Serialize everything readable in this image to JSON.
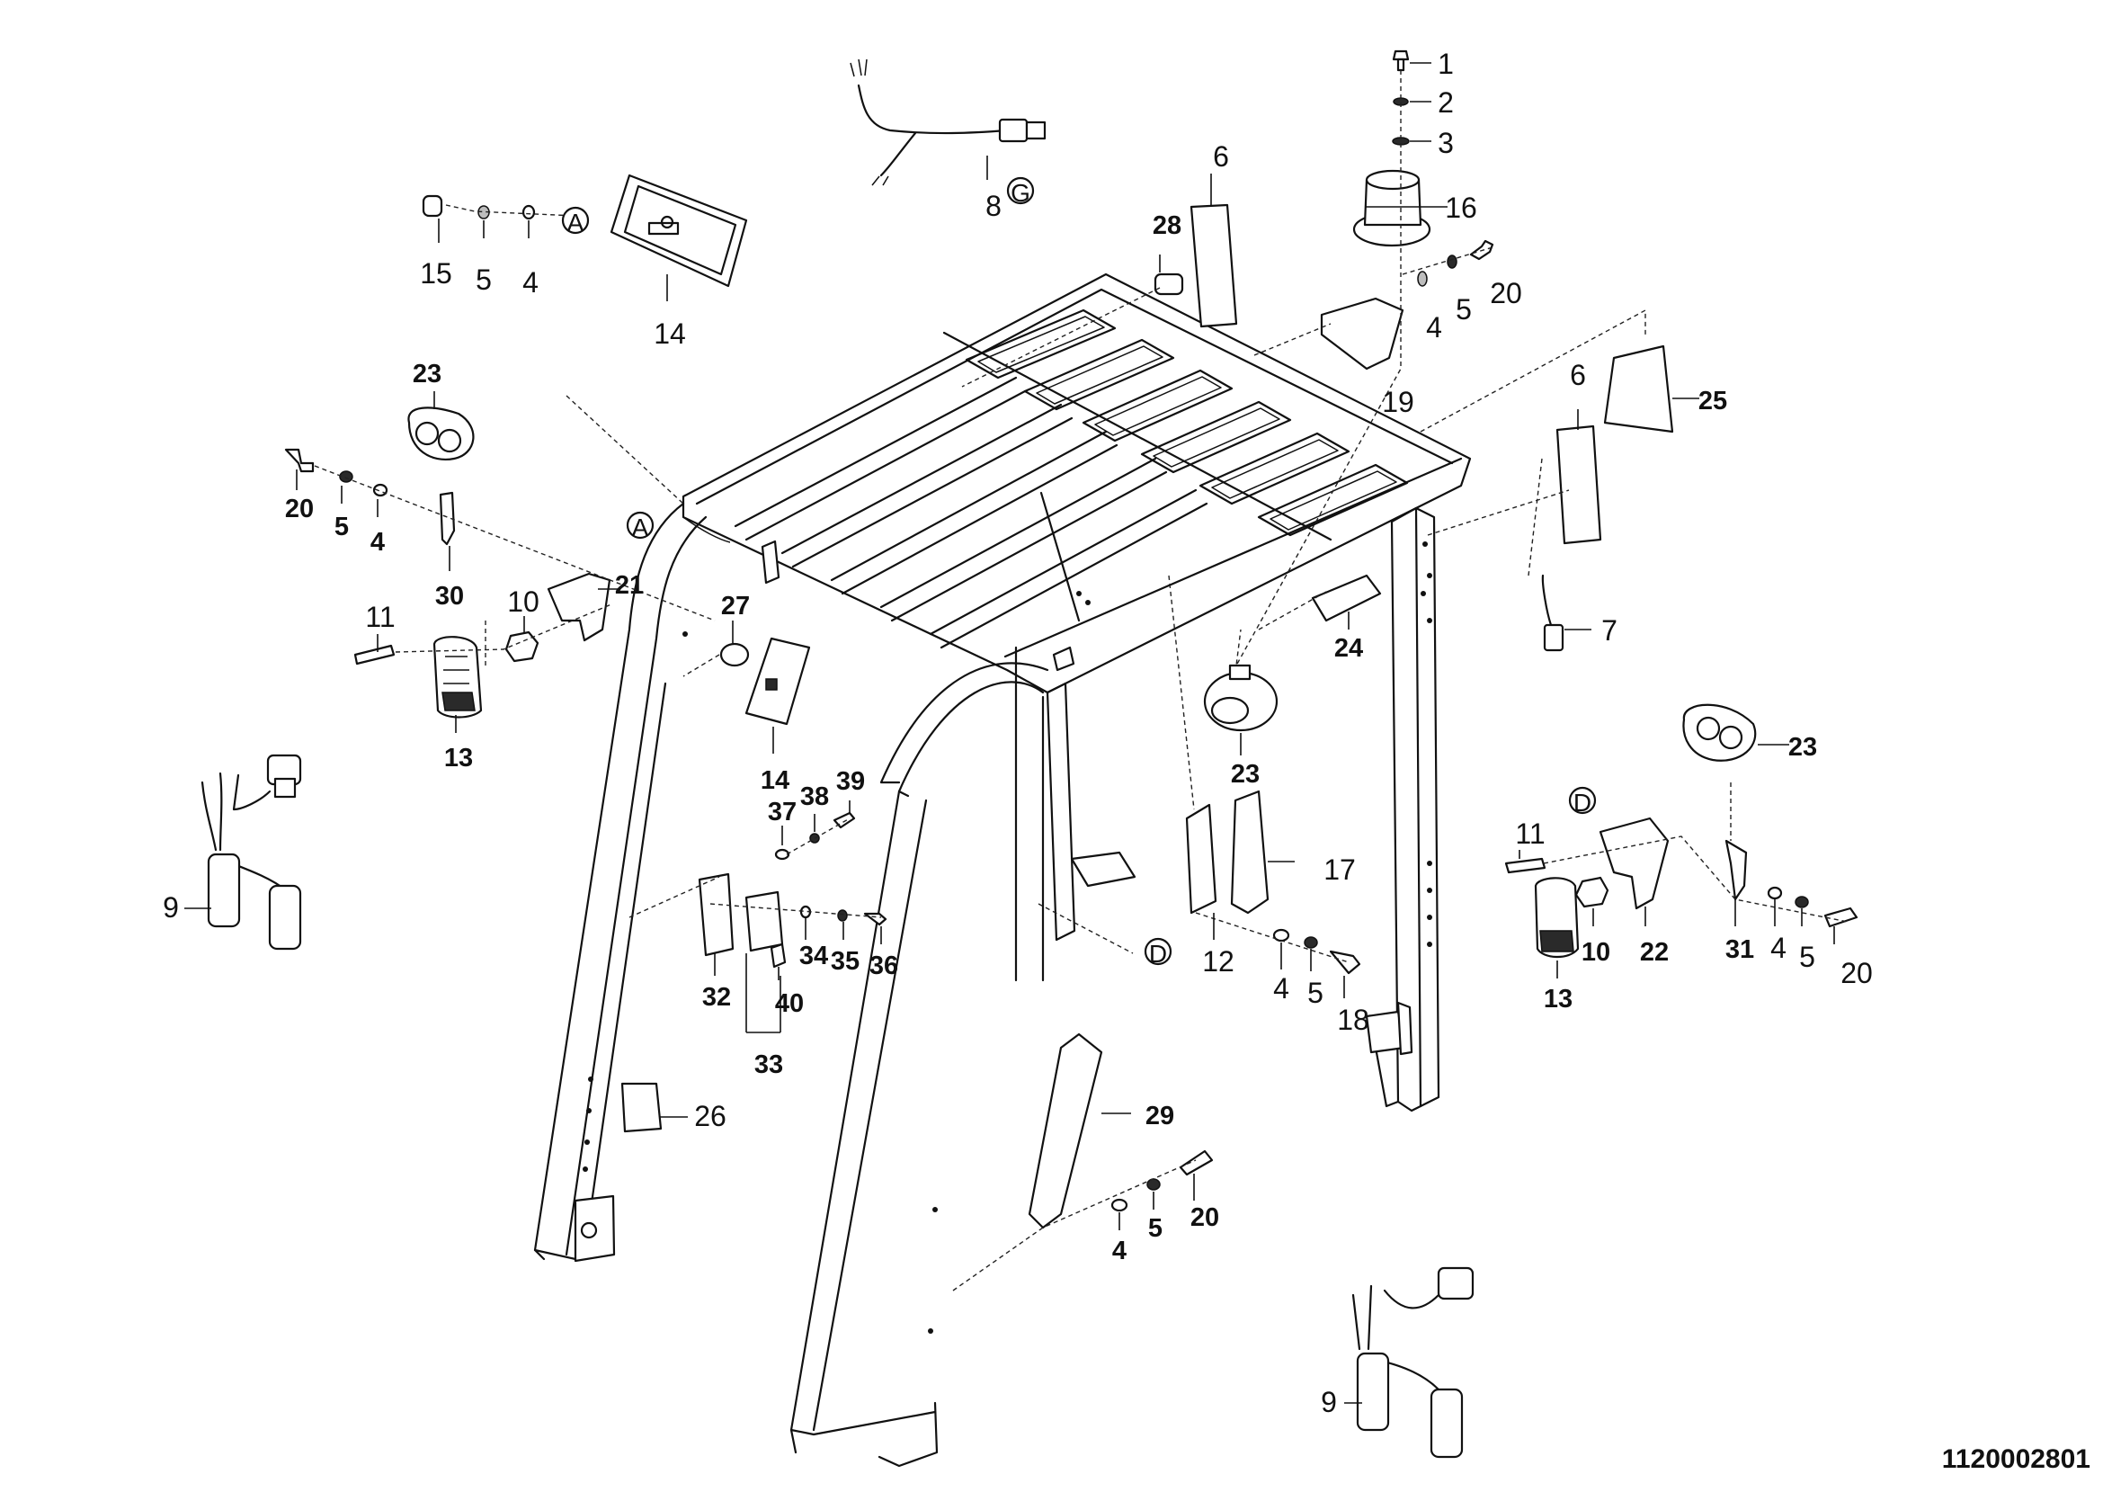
{
  "document_id": "1120002801",
  "callouts": [
    {
      "id": "c1",
      "text": "1",
      "style": "regular"
    },
    {
      "id": "c2",
      "text": "2",
      "style": "regular"
    },
    {
      "id": "c3",
      "text": "3",
      "style": "regular"
    },
    {
      "id": "c16",
      "text": "16",
      "style": "regular"
    },
    {
      "id": "c20a",
      "text": "20",
      "style": "regular"
    },
    {
      "id": "c5a",
      "text": "5",
      "style": "regular"
    },
    {
      "id": "c4a",
      "text": "4",
      "style": "regular"
    },
    {
      "id": "c19",
      "text": "19",
      "style": "regular"
    },
    {
      "id": "c8",
      "text": "8",
      "style": "regular"
    },
    {
      "id": "c6a",
      "text": "6",
      "style": "regular"
    },
    {
      "id": "c28",
      "text": "28",
      "style": "bold"
    },
    {
      "id": "c15",
      "text": "15",
      "style": "regular"
    },
    {
      "id": "c5b",
      "text": "5",
      "style": "regular"
    },
    {
      "id": "c4b",
      "text": "4",
      "style": "regular"
    },
    {
      "id": "c14a",
      "text": "14",
      "style": "regular"
    },
    {
      "id": "c23a",
      "text": "23",
      "style": "bold"
    },
    {
      "id": "c20b",
      "text": "20",
      "style": "bold"
    },
    {
      "id": "c5c",
      "text": "5",
      "style": "bold"
    },
    {
      "id": "c4c",
      "text": "4",
      "style": "bold"
    },
    {
      "id": "c30",
      "text": "30",
      "style": "bold"
    },
    {
      "id": "c21",
      "text": "21",
      "style": "bold"
    },
    {
      "id": "c11a",
      "text": "11",
      "style": "regular"
    },
    {
      "id": "c10a",
      "text": "10",
      "style": "regular"
    },
    {
      "id": "c27",
      "text": "27",
      "style": "bold"
    },
    {
      "id": "c13a",
      "text": "13",
      "style": "bold"
    },
    {
      "id": "c14b",
      "text": "14",
      "style": "bold"
    },
    {
      "id": "c37",
      "text": "37",
      "style": "bold"
    },
    {
      "id": "c38",
      "text": "38",
      "style": "bold"
    },
    {
      "id": "c39",
      "text": "39",
      "style": "bold"
    },
    {
      "id": "c9a",
      "text": "9",
      "style": "regular"
    },
    {
      "id": "c32",
      "text": "32",
      "style": "bold"
    },
    {
      "id": "c34",
      "text": "34",
      "style": "bold"
    },
    {
      "id": "c35",
      "text": "35",
      "style": "bold"
    },
    {
      "id": "c36",
      "text": "36",
      "style": "bold"
    },
    {
      "id": "c40",
      "text": "40",
      "style": "bold"
    },
    {
      "id": "c33",
      "text": "33",
      "style": "bold"
    },
    {
      "id": "c26",
      "text": "26",
      "style": "regular"
    },
    {
      "id": "c6b",
      "text": "6",
      "style": "regular"
    },
    {
      "id": "c25",
      "text": "25",
      "style": "bold"
    },
    {
      "id": "c7",
      "text": "7",
      "style": "regular"
    },
    {
      "id": "c24",
      "text": "24",
      "style": "bold"
    },
    {
      "id": "c23b",
      "text": "23",
      "style": "bold"
    },
    {
      "id": "c23c",
      "text": "23",
      "style": "bold"
    },
    {
      "id": "c17",
      "text": "17",
      "style": "regular"
    },
    {
      "id": "c12",
      "text": "12",
      "style": "regular"
    },
    {
      "id": "c4d",
      "text": "4",
      "style": "regular"
    },
    {
      "id": "c5d",
      "text": "5",
      "style": "regular"
    },
    {
      "id": "c18",
      "text": "18",
      "style": "regular"
    },
    {
      "id": "c11b",
      "text": "11",
      "style": "regular"
    },
    {
      "id": "c10b",
      "text": "10",
      "style": "bold"
    },
    {
      "id": "c22",
      "text": "22",
      "style": "bold"
    },
    {
      "id": "c31",
      "text": "31",
      "style": "bold"
    },
    {
      "id": "c4e",
      "text": "4",
      "style": "regular"
    },
    {
      "id": "c5e",
      "text": "5",
      "style": "regular"
    },
    {
      "id": "c20c",
      "text": "20",
      "style": "regular"
    },
    {
      "id": "c13b",
      "text": "13",
      "style": "bold"
    },
    {
      "id": "c29",
      "text": "29",
      "style": "bold"
    },
    {
      "id": "c4f",
      "text": "4",
      "style": "bold"
    },
    {
      "id": "c5f",
      "text": "5",
      "style": "bold"
    },
    {
      "id": "c20d",
      "text": "20",
      "style": "bold"
    },
    {
      "id": "c9b",
      "text": "9",
      "style": "regular"
    }
  ],
  "reference_markers": [
    {
      "id": "rG",
      "text": "G"
    },
    {
      "id": "rA1",
      "text": "A"
    },
    {
      "id": "rA2",
      "text": "A"
    },
    {
      "id": "rD1",
      "text": "D"
    },
    {
      "id": "rD2",
      "text": "D"
    }
  ]
}
